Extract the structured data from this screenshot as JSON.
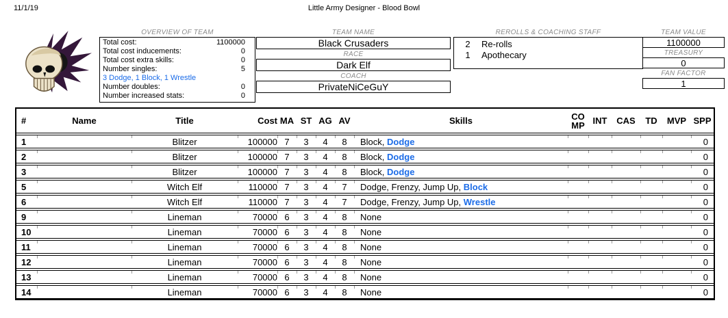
{
  "page": {
    "date": "11/1/19",
    "title": "Little Army Designer - Blood Bowl"
  },
  "colors": {
    "accent_blue": "#1b6ce8",
    "label_gray": "#8a8a8a",
    "wing_purple": "#34173a",
    "skull_cream": "#ece2c8"
  },
  "logo": {
    "icon": "skull-wing-logo"
  },
  "overview": {
    "label": "OVERVIEW OF TEAM",
    "rows": [
      {
        "label": "Total cost:",
        "value": "1100000"
      },
      {
        "label": "Total cost inducements:",
        "value": "0"
      },
      {
        "label": "Total cost extra skills:",
        "value": "0"
      },
      {
        "label": "Number singles:",
        "value": "5"
      },
      {
        "label": "3 Dodge, 1 Block, 1 Wrestle",
        "value": ""
      },
      {
        "label": "Number doubles:",
        "value": "0"
      },
      {
        "label": "Number increased stats:",
        "value": "0"
      }
    ]
  },
  "identity": {
    "team_name_label": "TEAM NAME",
    "team_name": "Black Crusaders",
    "race_label": "RACE",
    "race": "Dark Elf",
    "coach_label": "COACH",
    "coach": "PrivateNiCeGuY"
  },
  "staff": {
    "label": "REROLLS & COACHING STAFF",
    "items": [
      {
        "qty": "2",
        "name": "Re-rolls"
      },
      {
        "qty": "1",
        "name": "Apothecary"
      }
    ]
  },
  "value": {
    "team_value_label": "TEAM VALUE",
    "team_value": "1100000",
    "treasury_label": "TREASURY",
    "treasury": "0",
    "fan_factor_label": "FAN FACTOR",
    "fan_factor": "1"
  },
  "roster": {
    "columns": [
      "#",
      "Name",
      "Title",
      "Cost",
      "MA",
      "ST",
      "AG",
      "AV",
      "Skills",
      "CO\nMP",
      "INT",
      "CAS",
      "TD",
      "MVP",
      "SPP"
    ],
    "rows": [
      {
        "num": "1",
        "name": "",
        "title": "Blitzer",
        "cost": "100000",
        "ma": "7",
        "st": "3",
        "ag": "4",
        "av": "8",
        "skills": [
          {
            "t": "Block, "
          },
          {
            "t": "Dodge",
            "hl": true
          }
        ],
        "comp": "",
        "int": "",
        "cas": "",
        "td": "",
        "mvp": "",
        "spp": "0"
      },
      {
        "num": "2",
        "name": "",
        "title": "Blitzer",
        "cost": "100000",
        "ma": "7",
        "st": "3",
        "ag": "4",
        "av": "8",
        "skills": [
          {
            "t": "Block, "
          },
          {
            "t": "Dodge",
            "hl": true
          }
        ],
        "comp": "",
        "int": "",
        "cas": "",
        "td": "",
        "mvp": "",
        "spp": "0"
      },
      {
        "num": "3",
        "name": "",
        "title": "Blitzer",
        "cost": "100000",
        "ma": "7",
        "st": "3",
        "ag": "4",
        "av": "8",
        "skills": [
          {
            "t": "Block, "
          },
          {
            "t": "Dodge",
            "hl": true
          }
        ],
        "comp": "",
        "int": "",
        "cas": "",
        "td": "",
        "mvp": "",
        "spp": "0"
      },
      {
        "num": "5",
        "name": "",
        "title": "Witch Elf",
        "cost": "110000",
        "ma": "7",
        "st": "3",
        "ag": "4",
        "av": "7",
        "skills": [
          {
            "t": "Dodge, Frenzy, Jump Up, "
          },
          {
            "t": "Block",
            "hl": true
          }
        ],
        "comp": "",
        "int": "",
        "cas": "",
        "td": "",
        "mvp": "",
        "spp": "0"
      },
      {
        "num": "6",
        "name": "",
        "title": "Witch Elf",
        "cost": "110000",
        "ma": "7",
        "st": "3",
        "ag": "4",
        "av": "7",
        "skills": [
          {
            "t": "Dodge, Frenzy, Jump Up, "
          },
          {
            "t": "Wrestle",
            "hl": true
          }
        ],
        "comp": "",
        "int": "",
        "cas": "",
        "td": "",
        "mvp": "",
        "spp": "0"
      },
      {
        "num": "9",
        "name": "",
        "title": "Lineman",
        "cost": "70000",
        "ma": "6",
        "st": "3",
        "ag": "4",
        "av": "8",
        "skills": [
          {
            "t": "None"
          }
        ],
        "comp": "",
        "int": "",
        "cas": "",
        "td": "",
        "mvp": "",
        "spp": "0"
      },
      {
        "num": "10",
        "name": "",
        "title": "Lineman",
        "cost": "70000",
        "ma": "6",
        "st": "3",
        "ag": "4",
        "av": "8",
        "skills": [
          {
            "t": "None"
          }
        ],
        "comp": "",
        "int": "",
        "cas": "",
        "td": "",
        "mvp": "",
        "spp": "0"
      },
      {
        "num": "11",
        "name": "",
        "title": "Lineman",
        "cost": "70000",
        "ma": "6",
        "st": "3",
        "ag": "4",
        "av": "8",
        "skills": [
          {
            "t": "None"
          }
        ],
        "comp": "",
        "int": "",
        "cas": "",
        "td": "",
        "mvp": "",
        "spp": "0"
      },
      {
        "num": "12",
        "name": "",
        "title": "Lineman",
        "cost": "70000",
        "ma": "6",
        "st": "3",
        "ag": "4",
        "av": "8",
        "skills": [
          {
            "t": "None"
          }
        ],
        "comp": "",
        "int": "",
        "cas": "",
        "td": "",
        "mvp": "",
        "spp": "0"
      },
      {
        "num": "13",
        "name": "",
        "title": "Lineman",
        "cost": "70000",
        "ma": "6",
        "st": "3",
        "ag": "4",
        "av": "8",
        "skills": [
          {
            "t": "None"
          }
        ],
        "comp": "",
        "int": "",
        "cas": "",
        "td": "",
        "mvp": "",
        "spp": "0"
      },
      {
        "num": "14",
        "name": "",
        "title": "Lineman",
        "cost": "70000",
        "ma": "6",
        "st": "3",
        "ag": "4",
        "av": "8",
        "skills": [
          {
            "t": "None"
          }
        ],
        "comp": "",
        "int": "",
        "cas": "",
        "td": "",
        "mvp": "",
        "spp": "0"
      }
    ]
  }
}
